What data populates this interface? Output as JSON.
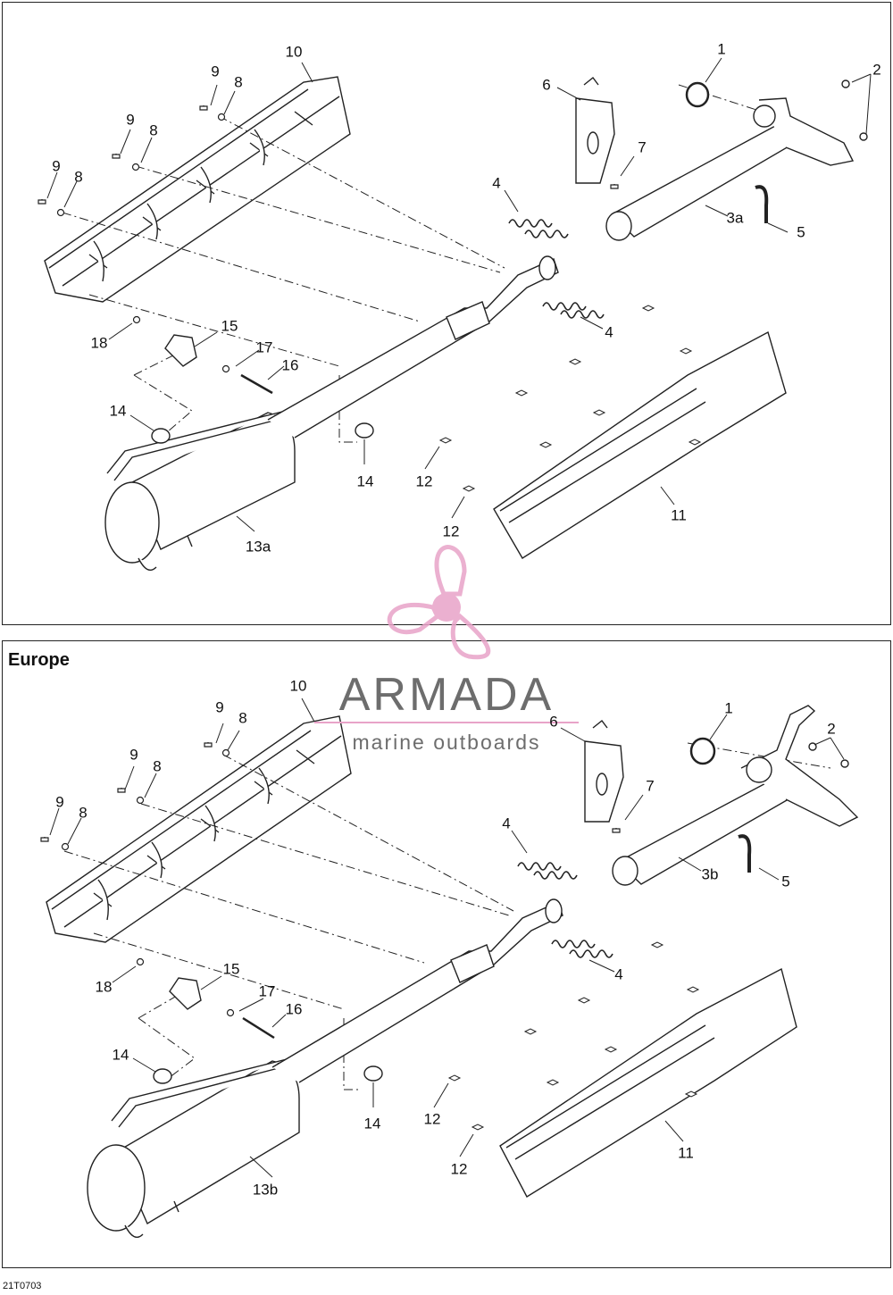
{
  "sections": [
    {
      "title": "",
      "callouts": [
        "1",
        "2",
        "3a",
        "4",
        "4",
        "5",
        "6",
        "7",
        "8",
        "8",
        "8",
        "9",
        "9",
        "9",
        "10",
        "11",
        "12",
        "12",
        "13a",
        "14",
        "14",
        "15",
        "16",
        "17",
        "18"
      ]
    },
    {
      "title": "Europe",
      "callouts": [
        "1",
        "2",
        "3b",
        "4",
        "4",
        "5",
        "6",
        "7",
        "8",
        "8",
        "8",
        "9",
        "9",
        "9",
        "10",
        "11",
        "12",
        "12",
        "13b",
        "14",
        "14",
        "15",
        "16",
        "17",
        "18"
      ]
    }
  ],
  "watermark": {
    "brand": "ARMADA",
    "tagline": "marine outboards",
    "logo": "propeller-icon",
    "color": "#e8a3c8"
  },
  "drawing_code": "21T0703"
}
